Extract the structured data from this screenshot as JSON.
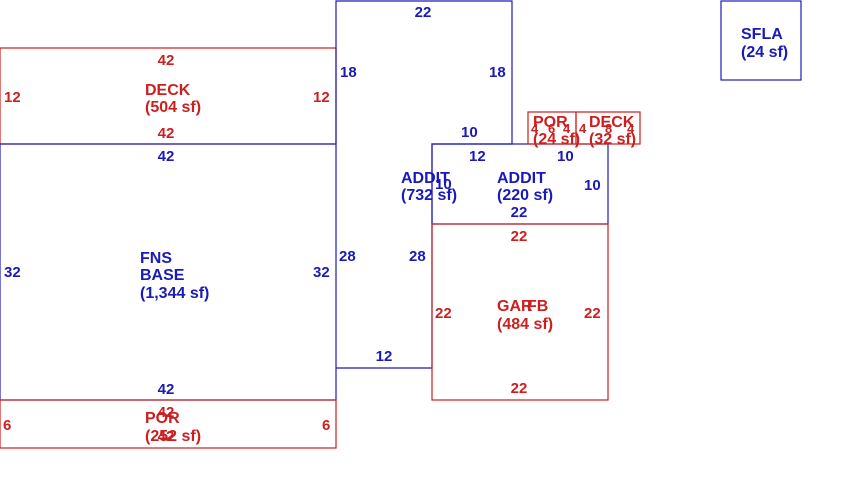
{
  "colors": {
    "red": "#cc1f1f",
    "blue": "#1a1ab8"
  },
  "areas": {
    "deck": {
      "name": "DECK",
      "area": "(504 sf)",
      "dims": {
        "top": "42",
        "bottom": "42",
        "left": "12",
        "right": "12"
      }
    },
    "fns_base": {
      "name1": "FNS",
      "name2": "BASE",
      "area": "(1,344 sf)",
      "dims": {
        "top": "42",
        "bottom": "42",
        "left": "32",
        "right": "32"
      }
    },
    "addit_large": {
      "name": "ADDIT",
      "area": "(732 sf)",
      "dims": {
        "top": "22",
        "left_top": "18",
        "right_top": "18",
        "left_bottom": "28",
        "right_bottom": "28",
        "bottom": "12",
        "step": "10"
      }
    },
    "addit_small": {
      "name": "ADDIT",
      "area": "(220 sf)",
      "dims": {
        "top": "12",
        "right_top": "10",
        "right": "10",
        "bottom": "22"
      }
    },
    "garage": {
      "name1": "GAR",
      "name2": "FB",
      "area": "(484 sf)",
      "dims": {
        "top": "22",
        "bottom": "22",
        "left": "22",
        "right": "22"
      }
    },
    "porch_bottom": {
      "name": "POR",
      "area": "(252 sf)",
      "dims": {
        "top": "42",
        "bottom": "42",
        "left": "6",
        "right": "6"
      }
    },
    "porch_small": {
      "name": "POR",
      "area": "(24 sf)",
      "dims": {
        "a": "4",
        "b": "6",
        "c": "4"
      }
    },
    "deck_small": {
      "name": "DECK",
      "area": "(32 sf)",
      "dims": {
        "a": "4",
        "b": "8",
        "c": "4"
      }
    },
    "sfla": {
      "name": "SFLA",
      "area": "(24 sf)"
    }
  }
}
